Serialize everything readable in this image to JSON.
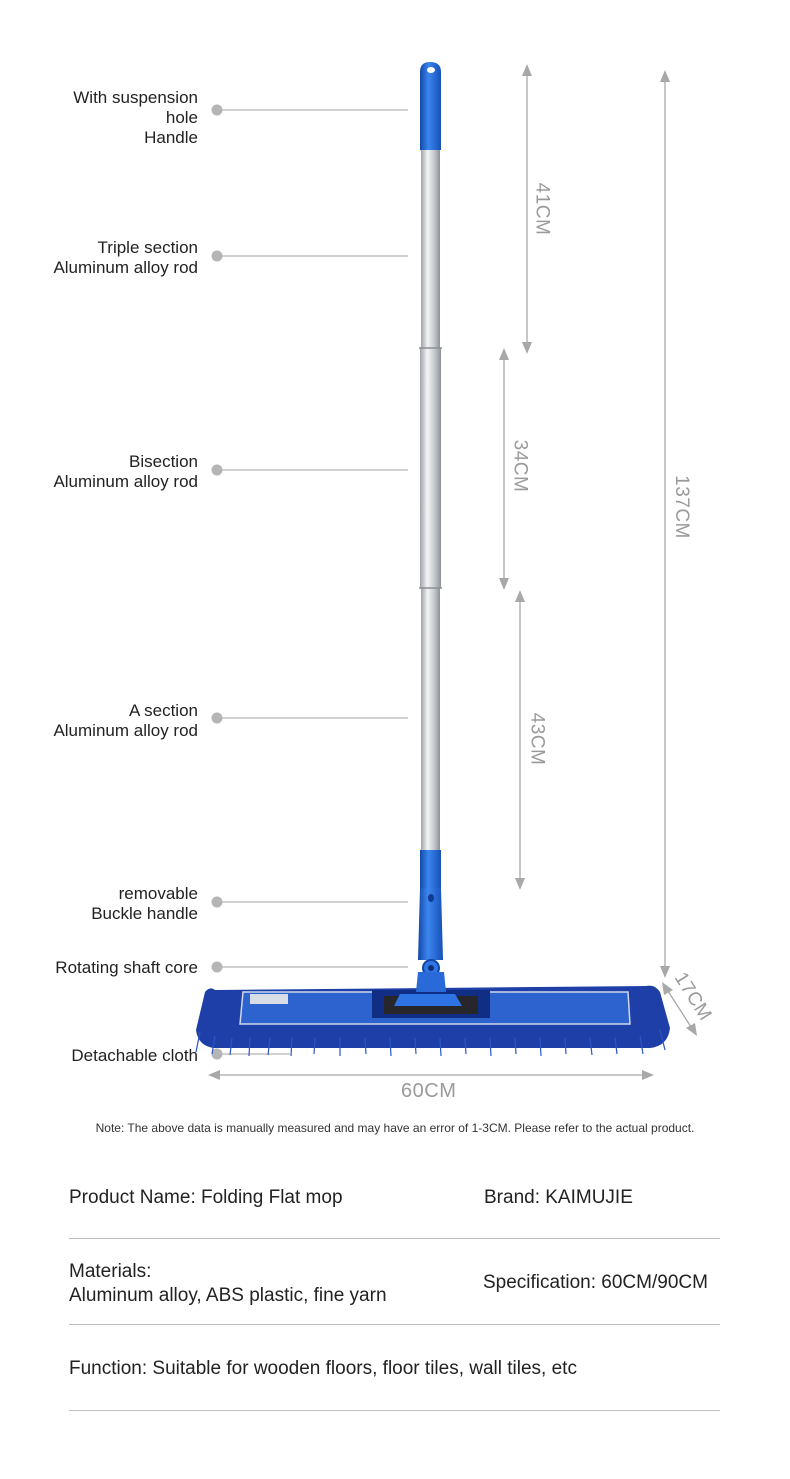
{
  "labels": {
    "handle": [
      "With suspension",
      "hole",
      "Handle"
    ],
    "triple_section": [
      "Triple section",
      "Aluminum alloy rod"
    ],
    "bisection": [
      "Bisection",
      "Aluminum alloy rod"
    ],
    "a_section": [
      "A section",
      "Aluminum alloy rod"
    ],
    "buckle": [
      "removable",
      "Buckle handle"
    ],
    "shaft_core": [
      "Rotating shaft core"
    ],
    "cloth": [
      "Detachable cloth"
    ]
  },
  "dimensions": {
    "upper": "41CM",
    "middle": "34CM",
    "lower": "43CM",
    "total": "137CM",
    "depth": "17CM",
    "width": "60CM"
  },
  "note": "Note: The above data is manually measured and may have an error of 1-3CM. Please refer to the actual product.",
  "specs": {
    "product_name": "Product Name: Folding Flat mop",
    "brand": "Brand: KAIMUJIE",
    "materials_title": "Materials:",
    "materials_value": "Aluminum alloy, ABS plastic, fine yarn",
    "specification": "Specification: 60CM/90CM",
    "function": "Function: Suitable for wooden floors, floor tiles, wall tiles, etc"
  },
  "colors": {
    "mop_blue": "#1e64d2",
    "fringe_blue": "#1f3fa8",
    "rod_silver": "#c9ccd0",
    "guide_gray": "#b5b5b5"
  }
}
